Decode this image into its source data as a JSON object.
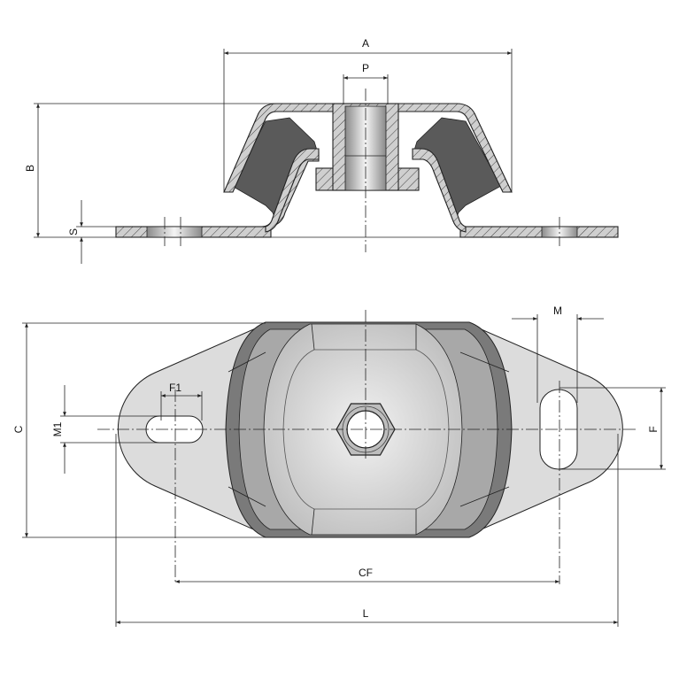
{
  "drawing": {
    "title": "Anti-vibration mount technical drawing",
    "dimensions": {
      "A": "A",
      "P": "P",
      "B": "B",
      "S": "S",
      "C": "C",
      "M1": "M1",
      "F1": "F1",
      "M": "M",
      "F": "F",
      "CF": "CF",
      "L": "L"
    },
    "colors": {
      "metal": "#c8c8c8",
      "rubber": "#5a5a5a",
      "line": "#222222",
      "body_light": "#e0e0e0"
    }
  }
}
